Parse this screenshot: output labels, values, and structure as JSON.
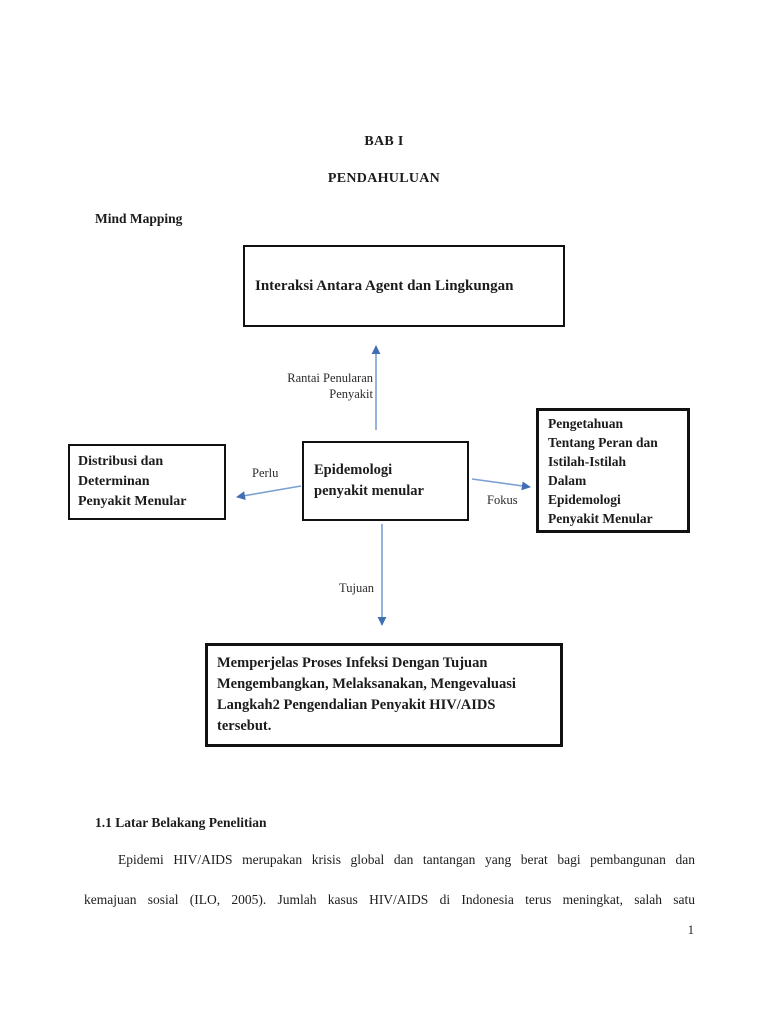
{
  "page": {
    "background": "#ffffff",
    "chapter_title": "BAB I",
    "chapter_subtitle": "PENDAHULUAN",
    "mind_mapping_label": "Mind Mapping",
    "page_number": "1"
  },
  "diagram": {
    "arrow_line_color": "#7ba0d4",
    "arrow_head_color": "#416fb3",
    "top_box": {
      "text": "Interaksi Antara Agent dan Lingkungan"
    },
    "up_arrow_label": {
      "line1": "Rantai Penularan",
      "line2": "Penyakit"
    },
    "left_box": {
      "lines": [
        "Distribusi dan",
        "Determinan",
        "Penyakit Menular"
      ]
    },
    "left_arrow_label": "Perlu",
    "center_box": {
      "lines": [
        "Epidemologi",
        "penyakit menular"
      ]
    },
    "right_arrow_label": "Fokus",
    "right_box": {
      "lines": [
        "Pengetahuan",
        "Tentang Peran dan",
        "Istilah-Istilah",
        "Dalam",
        "Epidemologi",
        "Penyakit Menular"
      ]
    },
    "down_arrow_label": "Tujuan",
    "bottom_box": {
      "lines": [
        "Memperjelas Proses Infeksi Dengan Tujuan",
        "Mengembangkan, Melaksanakan, Mengevaluasi",
        "Langkah2 Pengendalian Penyakit HIV/AIDS",
        "tersebut."
      ]
    }
  },
  "body": {
    "section_heading": "1.1 Latar Belakang Penelitian",
    "paragraph_lines": [
      "Epidemi HIV/AIDS merupakan krisis global dan tantangan yang berat bagi pembangunan dan",
      "kemajuan sosial (ILO, 2005).  Jumlah kasus HIV/AIDS di Indonesia terus meningkat, salah satu"
    ]
  }
}
